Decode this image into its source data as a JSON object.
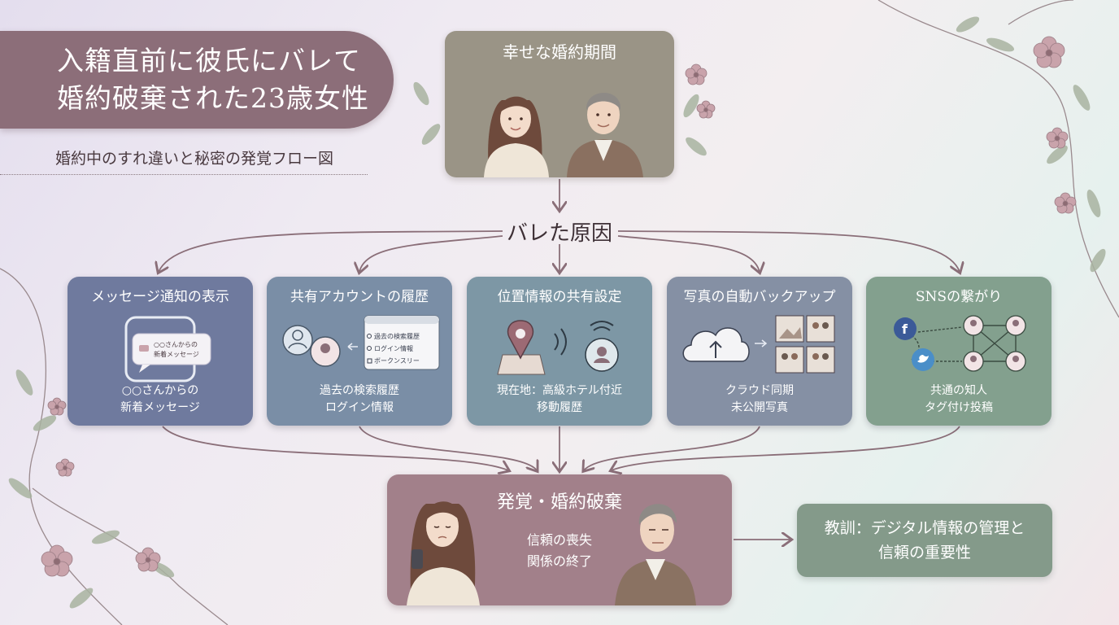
{
  "title": {
    "line1": "入籍直前に彼氏にバレて",
    "line2": "婚約破棄された23歳女性"
  },
  "subtitle": "婚約中のすれ違いと秘密の発覚フロー図",
  "top_box": {
    "title": "幸せな婚約期間"
  },
  "cause_label": "バレた原因",
  "causes": [
    {
      "title": "メッセージ通知の表示",
      "bubble_line1": "○○さんからの",
      "bubble_line2": "新着メッセージ",
      "desc_line1": "○○さんからの",
      "desc_line2": "新着メッセージ"
    },
    {
      "title": "共有アカウントの履歴",
      "panel_items": [
        "過去の検索履歴",
        "ログイン情報",
        "ボークンスリー"
      ],
      "desc_line1": "過去の検索履歴",
      "desc_line2": "ログイン情報"
    },
    {
      "title": "位置情報の共有設定",
      "desc_line1": "現在地：高級ホテル付近",
      "desc_line2": "移動履歴"
    },
    {
      "title": "写真の自動バックアップ",
      "desc_line1": "クラウド同期",
      "desc_line2": "未公開写真"
    },
    {
      "title": "SNSの繋がり",
      "desc_line1": "共通の知人",
      "desc_line2": "タグ付け投稿"
    }
  ],
  "result_box": {
    "title": "発覚・婚約破棄",
    "desc_line1": "信頼の喪失",
    "desc_line2": "関係の終了"
  },
  "lesson": {
    "line1": "教訓：デジタル情報の管理と",
    "line2": "信頼の重要性"
  },
  "colors": {
    "title_banner": "#8c6e79",
    "top_box": "#9a9486",
    "arrow": "#8a6e78",
    "result_box": "#a2808a",
    "lesson_box": "#849a8a",
    "card1": "#6f7a9e",
    "card2": "#7a8ea6",
    "card3": "#7d97a5",
    "card4": "#8590a4",
    "card5": "#83a08e"
  }
}
